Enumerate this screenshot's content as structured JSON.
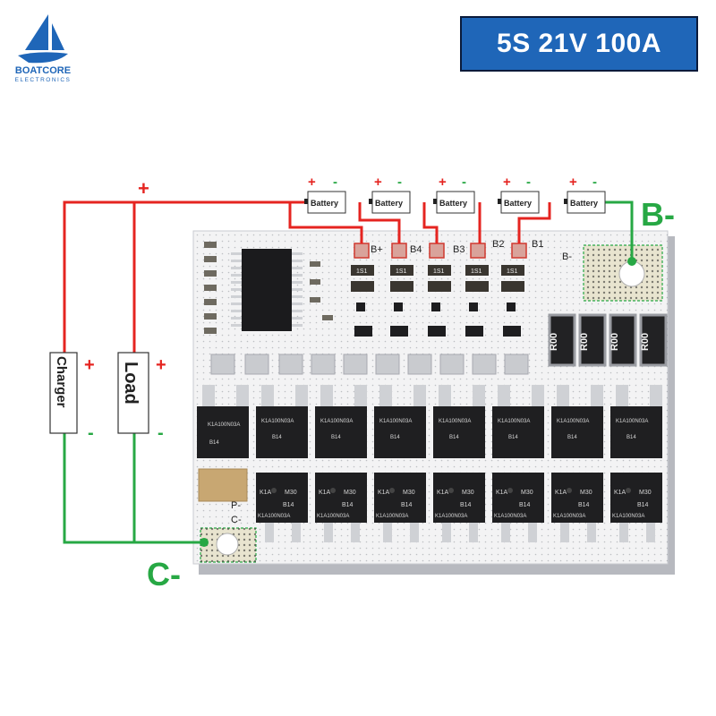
{
  "brand": {
    "name": "BOATCORE",
    "tagline": "ELECTRONICS",
    "color": "#1f66b8"
  },
  "spec_label": "5S 21V 100A",
  "wiring": {
    "positive_color": "#e52420",
    "negative_color": "#27a844",
    "plus_symbol": "+",
    "minus_symbol": "-",
    "top_plus": "+",
    "battery_cells": [
      {
        "label": "Battery",
        "plus": "+",
        "minus": "-"
      },
      {
        "label": "Battery",
        "plus": "+",
        "minus": "-"
      },
      {
        "label": "Battery",
        "plus": "+",
        "minus": "-"
      },
      {
        "label": "Battery",
        "plus": "+",
        "minus": "-"
      },
      {
        "label": "Battery",
        "plus": "+",
        "minus": "-"
      }
    ],
    "charger": {
      "label": "Charger",
      "plus": "+",
      "minus": "-"
    },
    "load": {
      "label": "Load",
      "plus": "+",
      "minus": "-"
    },
    "b_minus_label": "B-",
    "c_minus_label": "C-"
  },
  "board": {
    "pad_labels": [
      "B+",
      "B4",
      "B3",
      "B2",
      "B1",
      "B-"
    ],
    "side_labels": [
      "P-",
      "C-"
    ],
    "resistor_code": "R00",
    "diode_code": "1S1",
    "mosfet": {
      "line1": "K1A",
      "line2": "M30",
      "line3": "B14",
      "part": "K1A100N03A"
    }
  }
}
